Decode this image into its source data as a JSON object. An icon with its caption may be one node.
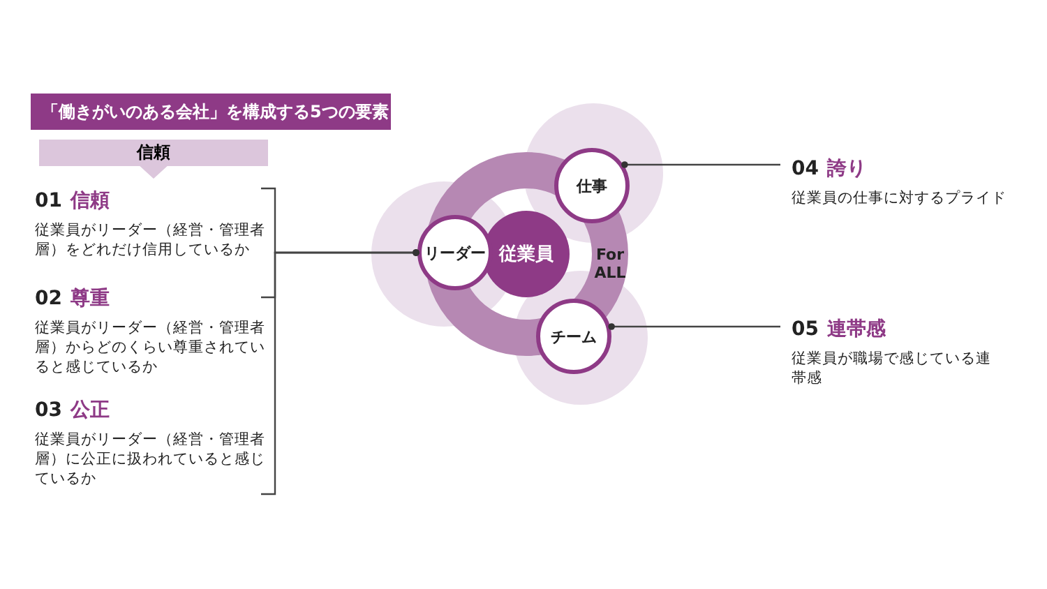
{
  "diagram": {
    "title": "「働きがいのある会社」を構成する5つの要素",
    "nodes": [
      {
        "text": [
          "信頼"
        ]
      },
      {
        "text": [
          "01",
          "信頼",
          "従業員がリーダー（経営・管理者層）をどれだけ信用しているか"
        ]
      },
      {
        "text": [
          "02",
          "尊重",
          "従業員がリーダー（経営・管理者層）からどのくらい尊重されていると感じているか"
        ]
      },
      {
        "text": [
          "03",
          "公正",
          "従業員がリーダー（経営・管理者層）に公正に扱われていると感じているか"
        ]
      },
      {
        "text": [
          "For ALL"
        ]
      },
      {
        "text": [
          "従業員"
        ],
        "in": 4
      },
      {
        "text": [
          "リーダー"
        ],
        "in": 4
      },
      {
        "text": [
          "仕事"
        ],
        "in": 4
      },
      {
        "text": [
          "チーム"
        ],
        "in": 4
      },
      {
        "text": [
          "04",
          "誇り",
          "従業員の仕事に対するプライド"
        ]
      },
      {
        "text": [
          "05",
          "連帯感",
          "従業員が職場で感じている連帯感"
        ]
      }
    ],
    "edges": [
      {
        "from": 1,
        "to": 6,
        "arrow": "other"
      },
      {
        "from": 2,
        "to": 6,
        "arrow": "other"
      },
      {
        "from": 3,
        "to": 6,
        "arrow": "other"
      },
      {
        "from": 9,
        "to": 7,
        "arrow": "other"
      },
      {
        "from": 10,
        "to": 8,
        "arrow": "other"
      }
    ]
  }
}
